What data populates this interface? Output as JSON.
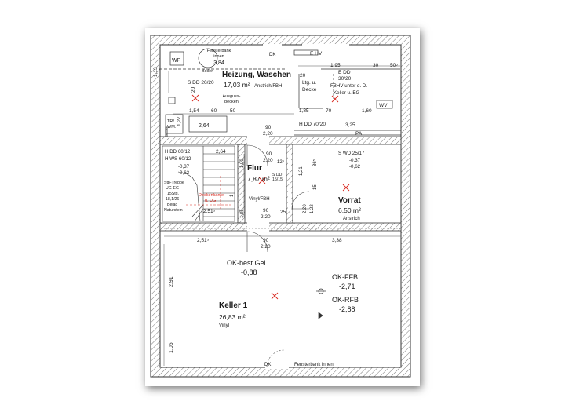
{
  "rooms": {
    "heating": {
      "name": "Heizung, Waschen",
      "area": "17,03 m²",
      "finish": "Anstrich/FBH"
    },
    "hall": {
      "name": "Flur",
      "area": "7,87 m²",
      "finish": "Vinyl/FBH"
    },
    "storage": {
      "name": "Vorrat",
      "area": "6,50 m²",
      "finish": "Anstrich"
    },
    "basement": {
      "name": "Keller 1",
      "area": "26,83 m²",
      "finish": "Vinyl"
    }
  },
  "levels": {
    "ok_best": {
      "label": "OK-best.Gel.",
      "value": "-0,88"
    },
    "ok_ffb": {
      "label": "OK-FFB",
      "value": "-2,71"
    },
    "ok_rfb": {
      "label": "OK-RFB",
      "value": "-2,88"
    }
  },
  "fixtures": {
    "wp": "WP",
    "boiler": "Boiler",
    "window_top": [
      "Fensterbank",
      "innen"
    ],
    "window_top_height": "3,84",
    "window_bottom": "Fensterbank innen",
    "dk_top": "DK",
    "dk_bottom": "DK",
    "ehv": "E HV",
    "sdd": "S DD 20/20",
    "sink": [
      "Ausguss-",
      "becken"
    ],
    "ltg": [
      "Ltg. u.",
      "Decke"
    ],
    "edd": [
      "E DD",
      "30/20"
    ],
    "fbhv": [
      "FBHV unter d. D.",
      "Keller u. EG"
    ],
    "wv": "WV",
    "tr": [
      "TR/",
      "WM."
    ],
    "hdd": "H DD 70/20",
    "pa": "PA",
    "stair_hdd": "H DD 60/12",
    "stair_hws": "H WS 60/12",
    "stair_levels": [
      "-0,37",
      "-0,62"
    ],
    "stair_info": [
      "Stb-Treppe",
      "UG-EG",
      "15Stg.",
      "18,1/26",
      "Belag",
      "Naturstein"
    ],
    "ceiling_edge": [
      "Deckenkante",
      "ü. UG"
    ],
    "swd": "S WD 25/17",
    "swd_levels": [
      "-0,37",
      "-0,62"
    ],
    "sdd_small": [
      "S DD",
      "15/15"
    ]
  },
  "dimensions": {
    "d113": "1,13",
    "d20": "20",
    "d195": "1,95",
    "d30": "30",
    "d50": "50⁵",
    "d154": "1,54",
    "d60": "60",
    "d50b": "50",
    "d185": "1,85",
    "d70": "70",
    "d160": "1,60",
    "d127": "1,27",
    "d264": "2,64",
    "door90_a": "90",
    "door220_a": "2,20",
    "d325": "3,25",
    "d264b": "2,64",
    "door90_b": "90",
    "door220_b": "2,20",
    "d12": "12⁵",
    "d100": "1,00",
    "d86": "86⁵",
    "d121": "1,21",
    "d105": "1,05",
    "d1": "1",
    "d251": "2,51⁵",
    "d15": "15",
    "d220": "2,20",
    "d122": "1,22",
    "door90_c": "90",
    "door220_c": "2,20",
    "d25": "25",
    "d251b": "2,51⁵",
    "d338": "3,38",
    "door90_d": "90",
    "door220_d": "2,20",
    "d291": "2,91",
    "d105b": "1,05"
  }
}
